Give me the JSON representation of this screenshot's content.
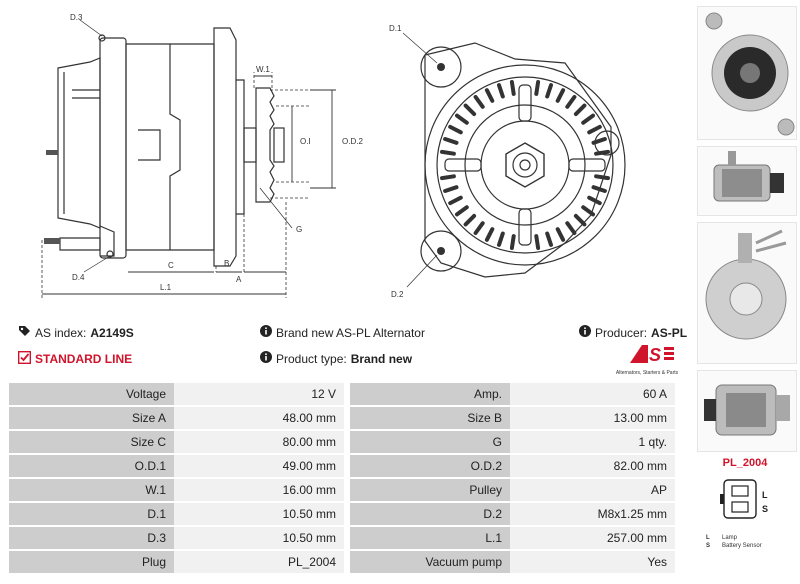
{
  "drawing": {
    "labels": {
      "d3": "D.3",
      "w1": "W.1",
      "od1": "O.D.1",
      "od2": "O.D.2",
      "g": "G",
      "d4": "D.4",
      "c": "C",
      "b": "B",
      "a": "A",
      "l1": "L.1",
      "d1": "D.1",
      "d2": "D.2"
    }
  },
  "info": {
    "as_index_label": "AS index:",
    "as_index_value": "A2149S",
    "standard_line": "STANDARD LINE",
    "brand_new_text": "Brand new AS-PL Alternator",
    "product_type_label": "Product type:",
    "product_type_value": "Brand new",
    "producer_label": "Producer:",
    "producer_value": "AS-PL",
    "logo_tagline": "Alternators, Starters & Parts"
  },
  "specs": [
    {
      "l1": "Voltage",
      "v1": "12 V",
      "l2": "Amp.",
      "v2": "60 A"
    },
    {
      "l1": "Size A",
      "v1": "48.00 mm",
      "l2": "Size B",
      "v2": "13.00 mm"
    },
    {
      "l1": "Size C",
      "v1": "80.00 mm",
      "l2": "G",
      "v2": "1 qty."
    },
    {
      "l1": "O.D.1",
      "v1": "49.00 mm",
      "l2": "O.D.2",
      "v2": "82.00 mm"
    },
    {
      "l1": "W.1",
      "v1": "16.00 mm",
      "l2": "Pulley",
      "v2": "AP"
    },
    {
      "l1": "D.1",
      "v1": "10.50 mm",
      "l2": "D.2",
      "v2": "M8x1.25 mm"
    },
    {
      "l1": "D.3",
      "v1": "10.50 mm",
      "l2": "L.1",
      "v2": "257.00 mm"
    },
    {
      "l1": "Plug",
      "v1": "PL_2004",
      "l2": "Vacuum pump",
      "v2": "Yes"
    }
  ],
  "plug": {
    "code": "PL_2004",
    "pins": [
      "L",
      "S"
    ],
    "legend": [
      {
        "key": "L",
        "desc": "Lamp"
      },
      {
        "key": "S",
        "desc": "Battery Sensor"
      }
    ]
  },
  "icons": {
    "tag": "tag-icon",
    "info": "info-icon",
    "check": "checkbox-check-icon"
  },
  "colors": {
    "accent_red": "#d0142b",
    "label_cell": "#cdcdcd",
    "value_cell": "#f1f1f1"
  }
}
